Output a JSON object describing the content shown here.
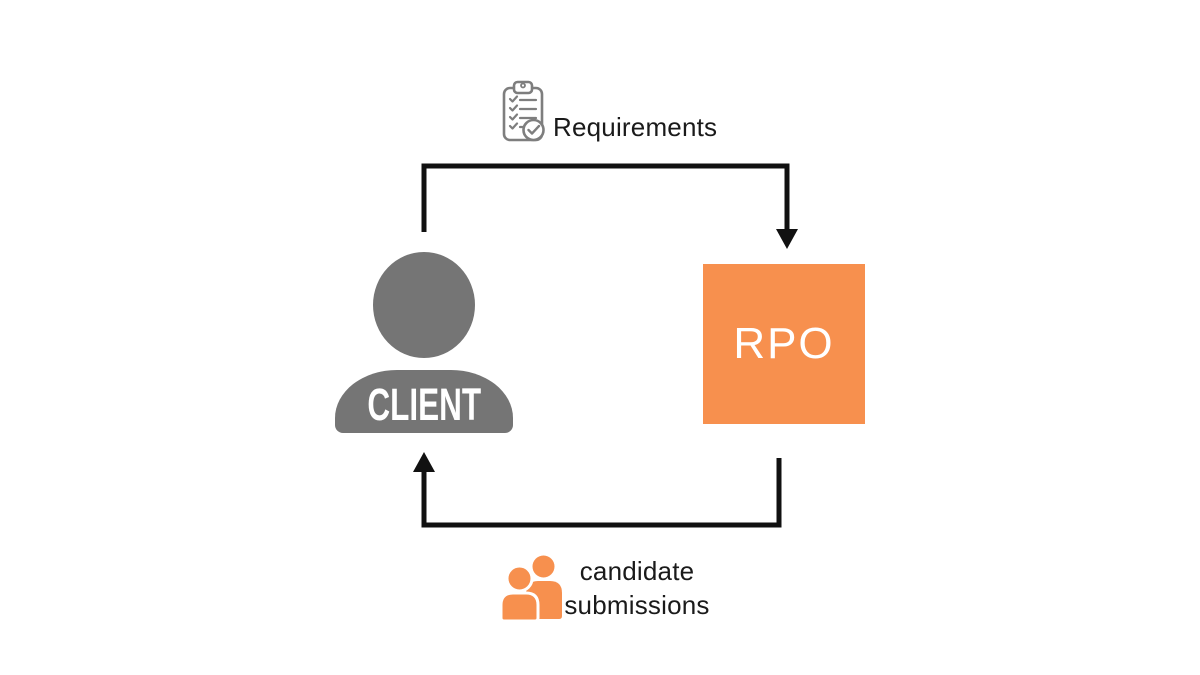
{
  "colors": {
    "orange": "#F7904E",
    "gray": "#757575",
    "line": "#111111",
    "ink": "#1A1A1A",
    "bg": "#FFFFFF",
    "icon_gray": "#7E7E7E"
  },
  "entities": {
    "client": {
      "label": "CLIENT",
      "icon": "person-icon"
    },
    "rpo": {
      "label": "RPO"
    }
  },
  "flows": {
    "requirements": {
      "label": "Requirements",
      "icon": "clipboard-checklist-icon",
      "from": "CLIENT",
      "to": "RPO"
    },
    "candidate_submissions": {
      "label_line1": "candidate",
      "label_line2": "submissions",
      "icon": "people-icon",
      "from": "RPO",
      "to": "CLIENT"
    }
  }
}
